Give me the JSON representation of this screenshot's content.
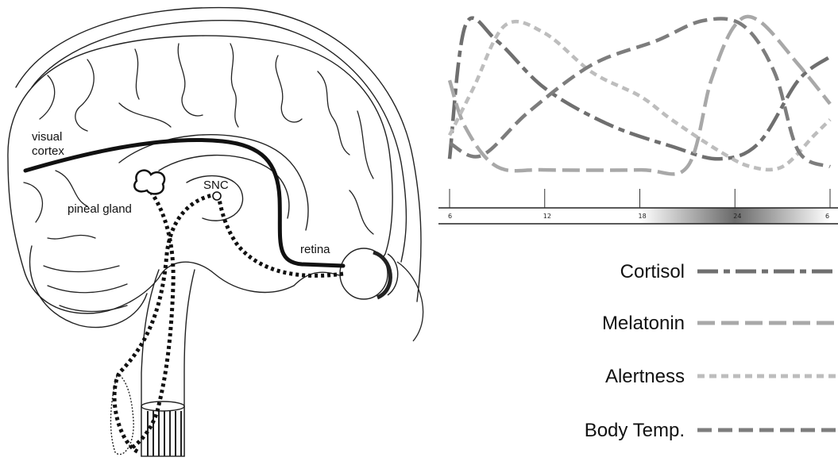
{
  "brain_labels": {
    "visual_cortex": [
      "visual",
      "cortex"
    ],
    "pineal_gland": "pineal gland",
    "snc": "SNC",
    "retina": "retina"
  },
  "chart_data": {
    "type": "line",
    "x_ticks": [
      "6",
      "12",
      "18",
      "24",
      "6"
    ],
    "x_range": [
      6,
      30
    ],
    "x_shading": {
      "dark_center": 24,
      "from": 18,
      "to": 30
    },
    "y_axis": "unlabeled",
    "grid": false,
    "legend_position": "bottom-right",
    "series": [
      {
        "name": "Cortisol",
        "color": "#6f6f6f",
        "dash": "long-short",
        "points": [
          [
            6,
            0.1
          ],
          [
            7,
            0.95
          ],
          [
            9,
            0.85
          ],
          [
            12,
            0.55
          ],
          [
            16,
            0.32
          ],
          [
            20,
            0.18
          ],
          [
            23,
            0.1
          ],
          [
            25.5,
            0.2
          ],
          [
            28,
            0.6
          ],
          [
            30,
            0.75
          ]
        ]
      },
      {
        "name": "Melatonin",
        "color": "#a8a8a8",
        "dash": "long",
        "points": [
          [
            6,
            0.6
          ],
          [
            7,
            0.3
          ],
          [
            9,
            0.05
          ],
          [
            12,
            0.03
          ],
          [
            18,
            0.03
          ],
          [
            21,
            0.05
          ],
          [
            22.5,
            0.6
          ],
          [
            24,
            0.95
          ],
          [
            25.5,
            0.98
          ],
          [
            28,
            0.7
          ],
          [
            30,
            0.45
          ]
        ]
      },
      {
        "name": "Alertness",
        "color": "#bdbdbd",
        "dash": "short",
        "points": [
          [
            6,
            0.25
          ],
          [
            7.5,
            0.55
          ],
          [
            9.5,
            0.95
          ],
          [
            12,
            0.9
          ],
          [
            15,
            0.65
          ],
          [
            18,
            0.5
          ],
          [
            20,
            0.35
          ],
          [
            23,
            0.15
          ],
          [
            25,
            0.05
          ],
          [
            27,
            0.05
          ],
          [
            29,
            0.25
          ],
          [
            30,
            0.35
          ]
        ]
      },
      {
        "name": "Body Temp.",
        "color": "#7d7d7d",
        "dash": "medium",
        "points": [
          [
            6,
            0.2
          ],
          [
            8,
            0.12
          ],
          [
            11,
            0.4
          ],
          [
            15,
            0.7
          ],
          [
            19,
            0.85
          ],
          [
            22,
            0.98
          ],
          [
            24.5,
            0.95
          ],
          [
            26.5,
            0.65
          ],
          [
            28,
            0.15
          ],
          [
            30,
            0.05
          ]
        ]
      }
    ]
  }
}
